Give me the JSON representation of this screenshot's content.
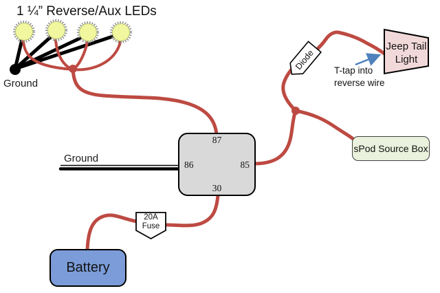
{
  "title": "1 ¼” Reverse/Aux LEDs",
  "leds": {
    "count": 4,
    "ground_label": "Ground"
  },
  "relay": {
    "pin_top": "87",
    "pin_left": "86",
    "pin_right": "85",
    "pin_bottom": "30",
    "ground_label": "Ground"
  },
  "fuse": {
    "line1": "20A",
    "line2": "Fuse"
  },
  "diode": {
    "label": "Diode"
  },
  "battery": {
    "label": "Battery"
  },
  "spod": {
    "label": "sPod Source Box"
  },
  "tail_light": {
    "label": "Jeep Tail Light"
  },
  "t_tap": {
    "line1": "T-tap into",
    "line2": "reverse wire"
  },
  "colors": {
    "wire_red": "#BD4A42",
    "ground_black": "#000000",
    "relay_fill": "#D9D9D9",
    "battery_fill": "#7B9CD9",
    "spod_fill": "#EAF1DC",
    "tail_light_fill": "#F2D9D9",
    "led_fill": "#F1F79F",
    "led_spike": "#8A8A8A",
    "tag_fill": "#FFFFFF",
    "arrow_blue": "#4F81BD"
  }
}
